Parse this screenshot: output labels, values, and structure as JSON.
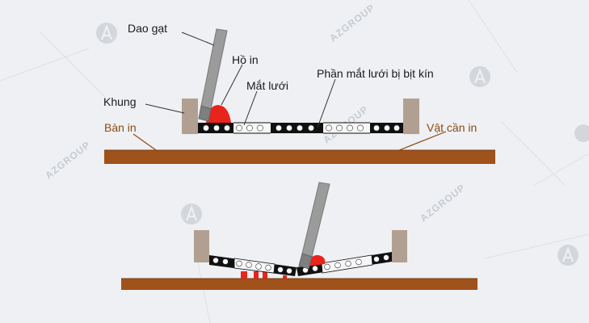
{
  "labels": {
    "squeegee": "Dao gạt",
    "ink": "Hồ in",
    "mesh": "Mắt lưới",
    "blocked_mesh": "Phần mắt lưới bị bịt kín",
    "frame": "Khung",
    "print_table": "Bàn in",
    "substrate": "Vật cần in"
  },
  "watermark": {
    "text": "AZGROUP",
    "logo_letter": "A"
  },
  "colors": {
    "background": "#eef0f3",
    "wood": "#a0521b",
    "frame": "#b1a091",
    "ink": "#e8241d",
    "mesh_black": "#111111",
    "squeegee": "#9b9b9b",
    "label_brown": "#8a4a12"
  }
}
